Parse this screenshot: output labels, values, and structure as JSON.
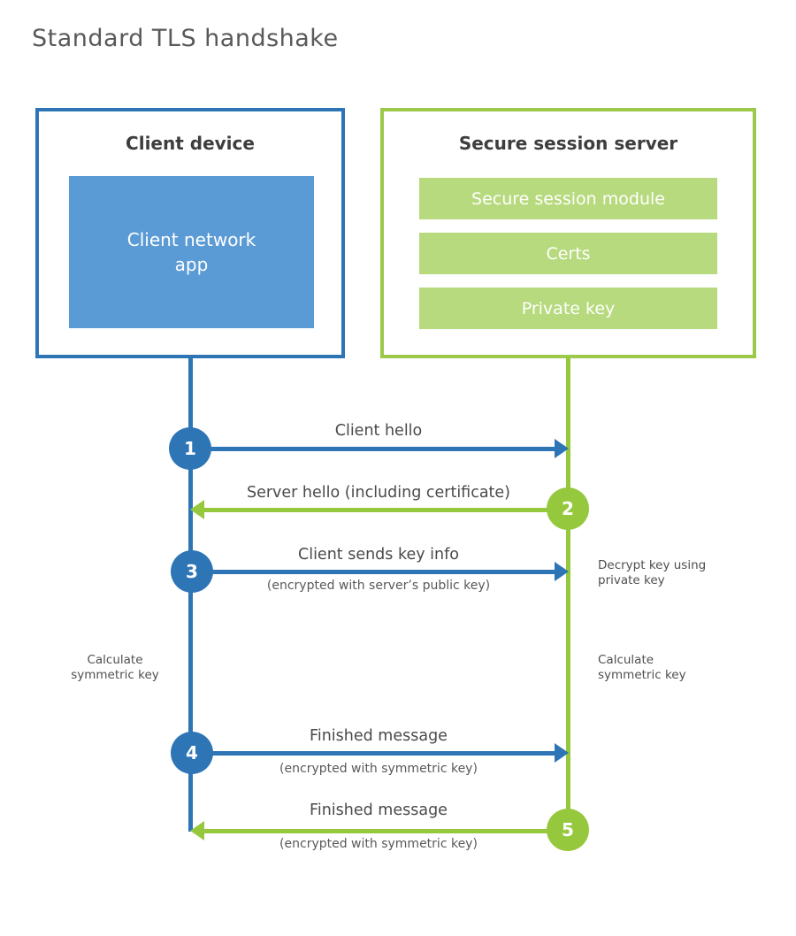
{
  "title": "Standard TLS handshake",
  "client_box": {
    "title": "Client device",
    "app_label": "Client network\napp"
  },
  "server_box": {
    "title": "Secure session server",
    "modules": [
      "Secure session module",
      "Certs",
      "Private key"
    ]
  },
  "steps": [
    {
      "num": "1",
      "label": "Client hello",
      "sub": "",
      "direction": "right",
      "actor": "client"
    },
    {
      "num": "2",
      "label": "Server hello (including certificate)",
      "sub": "",
      "direction": "left",
      "actor": "server"
    },
    {
      "num": "3",
      "label": "Client sends key info",
      "sub": "(encrypted with server’s public key)",
      "direction": "right",
      "actor": "client"
    },
    {
      "num": "4",
      "label": "Finished message",
      "sub": "(encrypted with symmetric key)",
      "direction": "right",
      "actor": "client"
    },
    {
      "num": "5",
      "label": "Finished message",
      "sub": "(encrypted with symmetric key)",
      "direction": "left",
      "actor": "server"
    }
  ],
  "notes": {
    "decrypt_key": "Decrypt key using\nprivate key",
    "calculate_left": "Calculate\nsymmetric key",
    "calculate_right": "Calculate\nsymmetric key"
  },
  "colors": {
    "client_blue": "#2e75b6",
    "client_blue_fill": "#5b9bd5",
    "server_green": "#96c83e",
    "server_green_border": "#9cc94a",
    "server_green_fill": "#b6da7d",
    "label_gray": "#4a4a4a",
    "title_gray": "#595959"
  }
}
